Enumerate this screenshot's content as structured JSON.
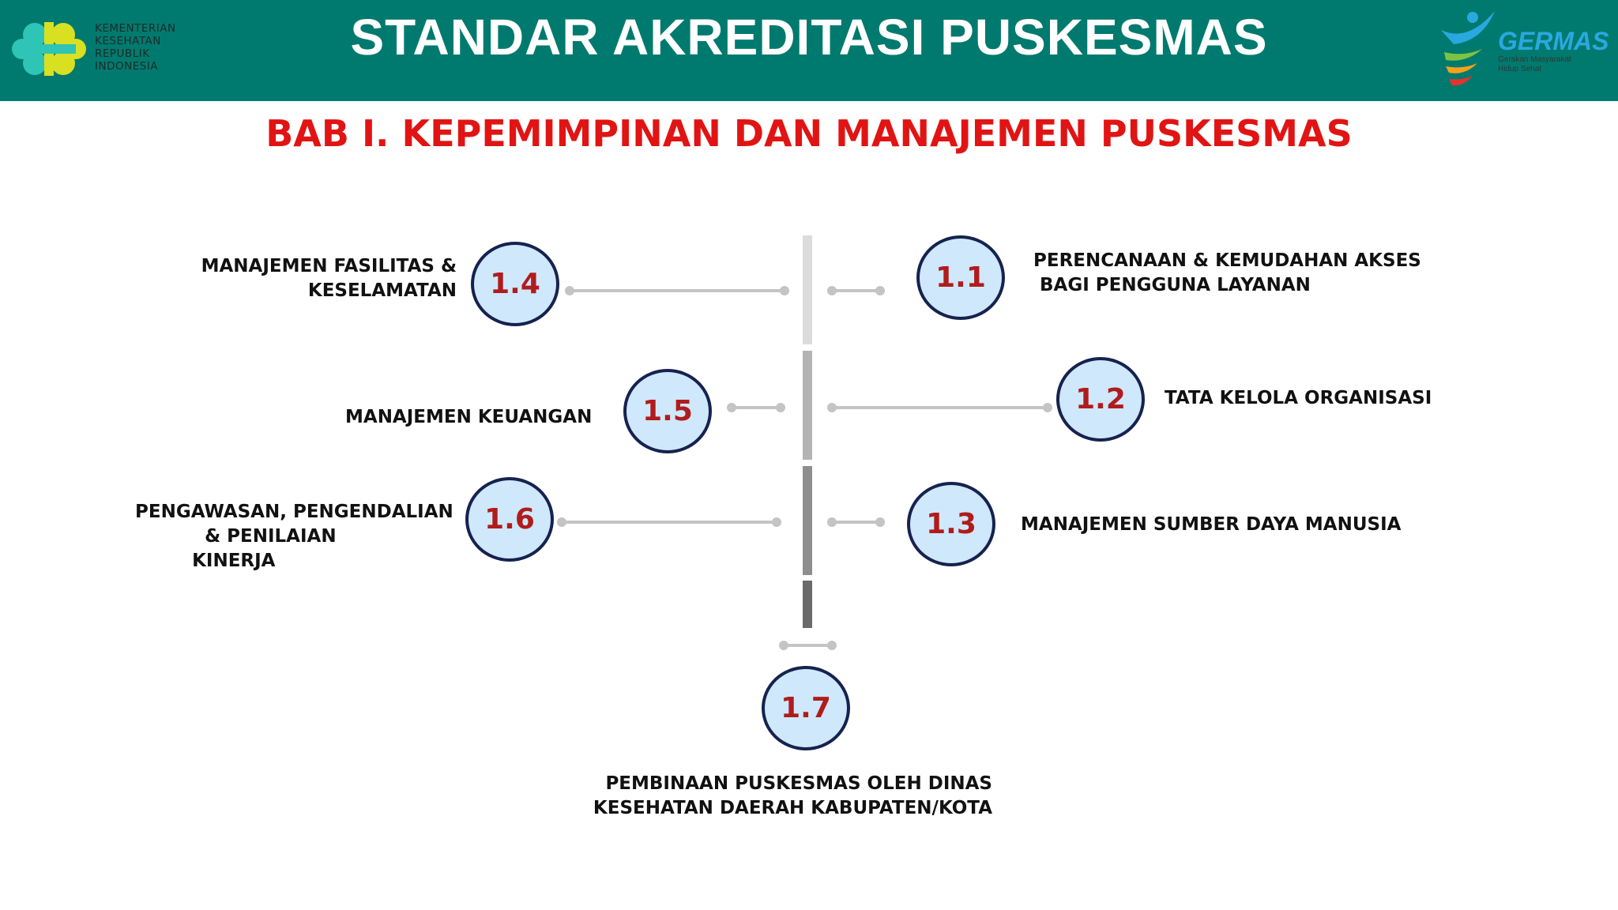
{
  "header": {
    "title": "STANDAR AKREDITASI PUSKESMAS",
    "ministry_lines": [
      "KEMENTERIAN",
      "KESEHATAN",
      "REPUBLIK",
      "INDONESIA"
    ],
    "germas_word": "GERMAS",
    "germas_sub_lines": [
      "Gerakan Masyarakat",
      "Hidup Sehat"
    ],
    "color": "#007a6e"
  },
  "chapter_title": "BAB I. KEPEMIMPINAN DAN MANAJEMEN PUSKESMAS",
  "nodes": [
    {
      "number": "1.1",
      "label": "PERENCANAAN & KEMUDAHAN AKSES\n BAGI PENGGUNA LAYANAN"
    },
    {
      "number": "1.2",
      "label": "TATA KELOLA ORGANISASI"
    },
    {
      "number": "1.3",
      "label": "MANAJEMEN SUMBER DAYA MANUSIA"
    },
    {
      "number": "1.4",
      "label": "MANAJEMEN FASILITAS &\nKESELAMATAN"
    },
    {
      "number": "1.5",
      "label": "MANAJEMEN KEUANGAN"
    },
    {
      "number": "1.6",
      "label": "PENGAWASAN, PENGENDALIAN\n           & PENILAIAN\n         KINERJA"
    },
    {
      "number": "1.7",
      "label": "PEMBINAAN PUSKESMAS OLEH DINAS\nKESEHATAN DAERAH KABUPATEN/KOTA"
    }
  ],
  "colors": {
    "title_red": "#e11414",
    "node_fill": "#cfe8fb",
    "node_border": "#16224f",
    "number_red": "#b01c1c"
  }
}
